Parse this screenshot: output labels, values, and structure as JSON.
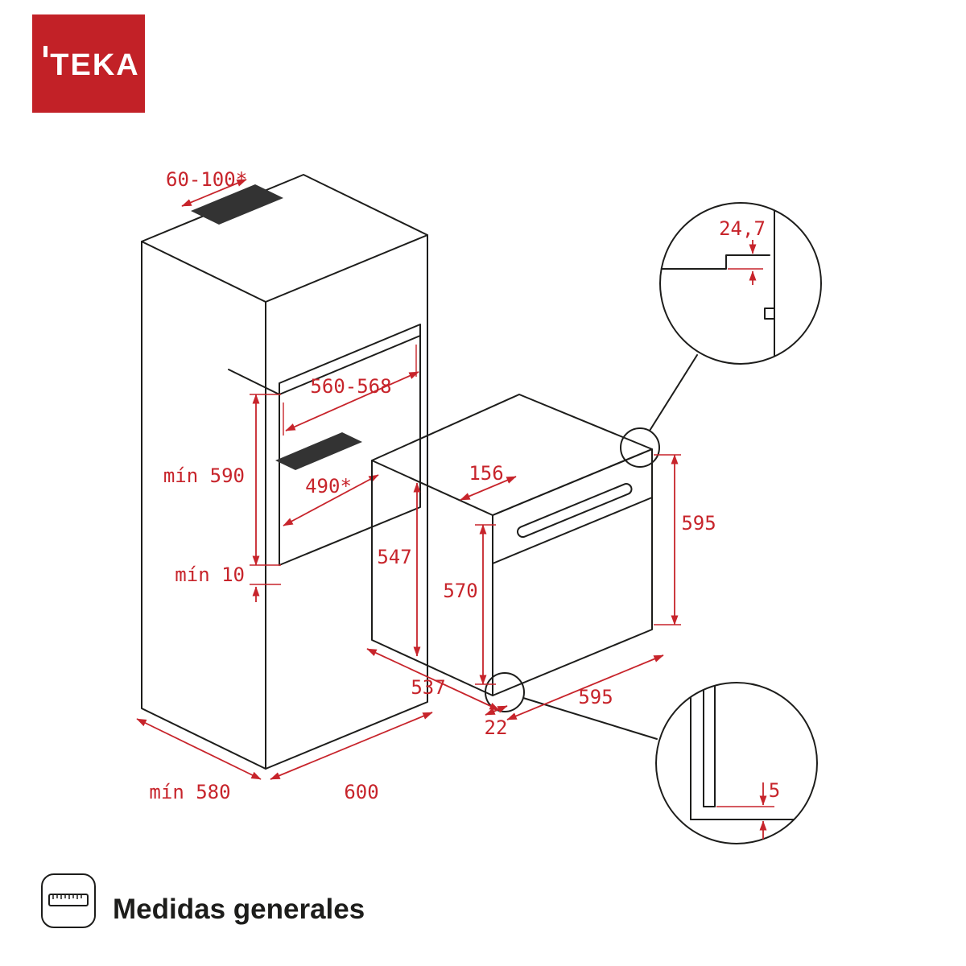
{
  "logo": {
    "text": "TEKA",
    "bg_color": "#c22127",
    "text_color": "#ffffff"
  },
  "footer": {
    "caption": "Medidas generales",
    "icon": "ruler-icon"
  },
  "colors": {
    "dimension_accent": "#c7242b",
    "line": "#1d1d1b"
  },
  "dims": {
    "cabinet": {
      "vent_cutout_width": "60-100*",
      "niche_width": "560-568",
      "niche_height": "mín 590",
      "support_depth": "490*",
      "bottom_clearance": "mín 10",
      "base_depth": "mín 580",
      "base_width": "600"
    },
    "oven": {
      "front_depth": "156",
      "body_height": "547",
      "inner_height": "570",
      "front_height": "595",
      "body_depth": "537",
      "front_width": "595",
      "door_overhang": "22"
    },
    "details": {
      "top_protrusion": "24,7",
      "bottom_gap": "5"
    }
  }
}
